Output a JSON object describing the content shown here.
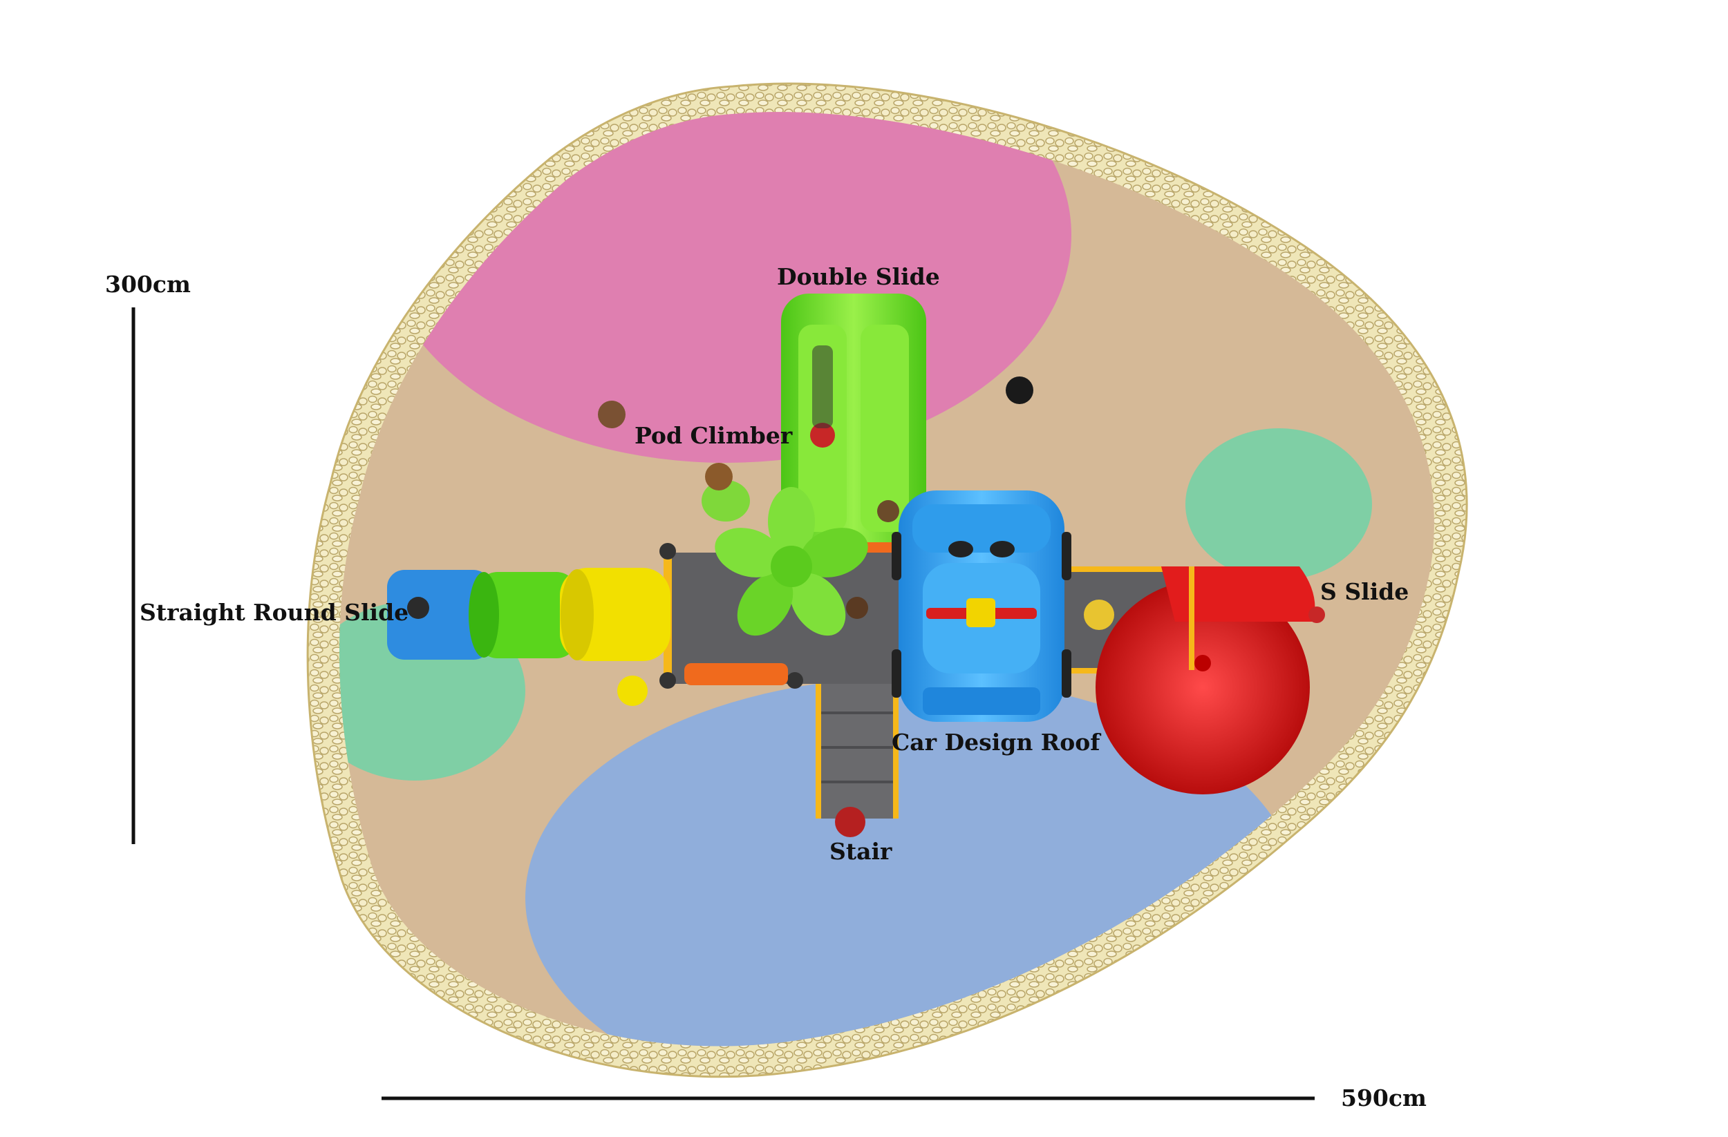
{
  "dimensions": {
    "height_label": "300cm",
    "width_label": "590cm"
  },
  "components": {
    "double_slide": "Double Slide",
    "pod_climber": "Pod Climber",
    "straight_round_slide": "Straight Round Slide",
    "s_slide": "S Slide",
    "car_design_roof": "Car Design Roof",
    "stair": "Stair"
  },
  "colors": {
    "border": "#e8dfa8",
    "ground": "#d5b997",
    "pink_zone": "#df7fb0",
    "blue_zone": "#90aedb",
    "green_zone": "#7fcfa5",
    "deck": "#5f5f62",
    "frame": "#f6b81a",
    "double_slide": "#6fdc1f",
    "tube_blue": "#2e8ce0",
    "tube_green": "#5ad51c",
    "tube_yellow": "#f2e000",
    "car_roof": "#3aa5f0",
    "s_slide": "#e21c1c",
    "orange_panel": "#f06a1d"
  }
}
